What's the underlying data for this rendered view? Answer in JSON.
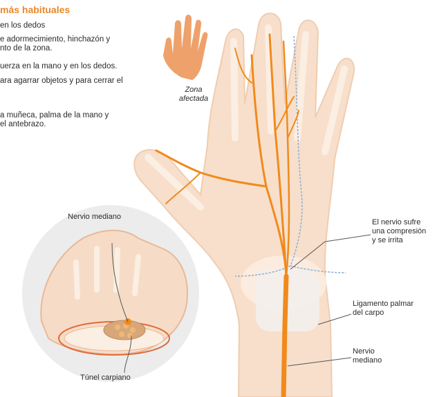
{
  "heading": "más habituales",
  "symptoms": [
    {
      "lines": [
        "en los dedos"
      ]
    },
    {
      "lines": [
        "e adormecimiento, hinchazón y",
        "nto de la zona."
      ]
    },
    {
      "lines": [
        "uerza en la mano y en los dedos."
      ]
    },
    {
      "lines": [
        "ara agarrar objetos y para cerrar el"
      ]
    },
    {
      "lines": [
        "a muñeca, palma de la mano y",
        "el antebrazo."
      ]
    }
  ],
  "zone": {
    "line1": "Zona",
    "line2": "afectada"
  },
  "inset": {
    "nerve_label": "Nervio mediano",
    "tunnel_label": "Túnel carpiano"
  },
  "callouts": {
    "compression": [
      "El nervio sufre",
      "una compresión",
      "y se irrita"
    ],
    "ligament": [
      "Ligamento palmar",
      "del carpo"
    ],
    "nerve": [
      "Nervio",
      "mediano"
    ]
  },
  "colors": {
    "accent": "#e8882a",
    "skin": "#f6dcc6",
    "skin_dark": "#eac3a3",
    "bone": "#fbeee2",
    "nerve": "#f08a1c",
    "vein": "#8fb0d8"
  }
}
